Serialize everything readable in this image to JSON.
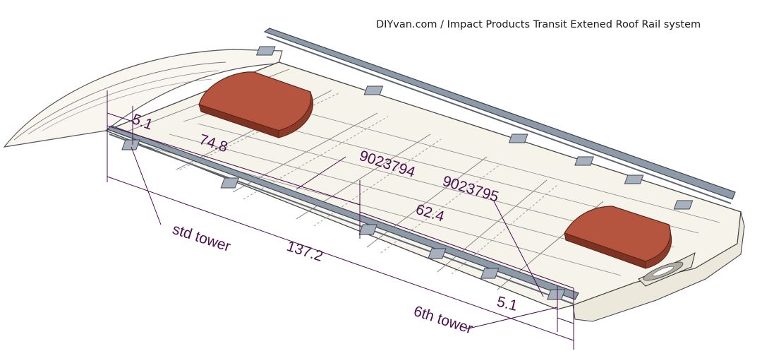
{
  "title": "DIYvan.com / Impact Products Transit Extened Roof Rail system",
  "dimensions": [
    {
      "id": "d_front_offset",
      "text": "5.1"
    },
    {
      "id": "d_front_span",
      "text": "74.8"
    },
    {
      "id": "d_mid_span",
      "text": "62.4"
    },
    {
      "id": "d_total_span",
      "text": "137.2"
    },
    {
      "id": "d_rear_offset",
      "text": "5.1"
    }
  ],
  "part_numbers": [
    "9023794",
    "9023795"
  ],
  "callouts": {
    "std_tower": "std tower",
    "sixth_tower": "6th tower"
  },
  "colors": {
    "roof": "#f6f3ea",
    "roof_edge": "#4a4a4a",
    "rail": "#8f9aa8",
    "rail_dark": "#5d6674",
    "vent": "#b5553f",
    "vent_dark": "#7e3322",
    "dimension": "#4a0e4e"
  }
}
